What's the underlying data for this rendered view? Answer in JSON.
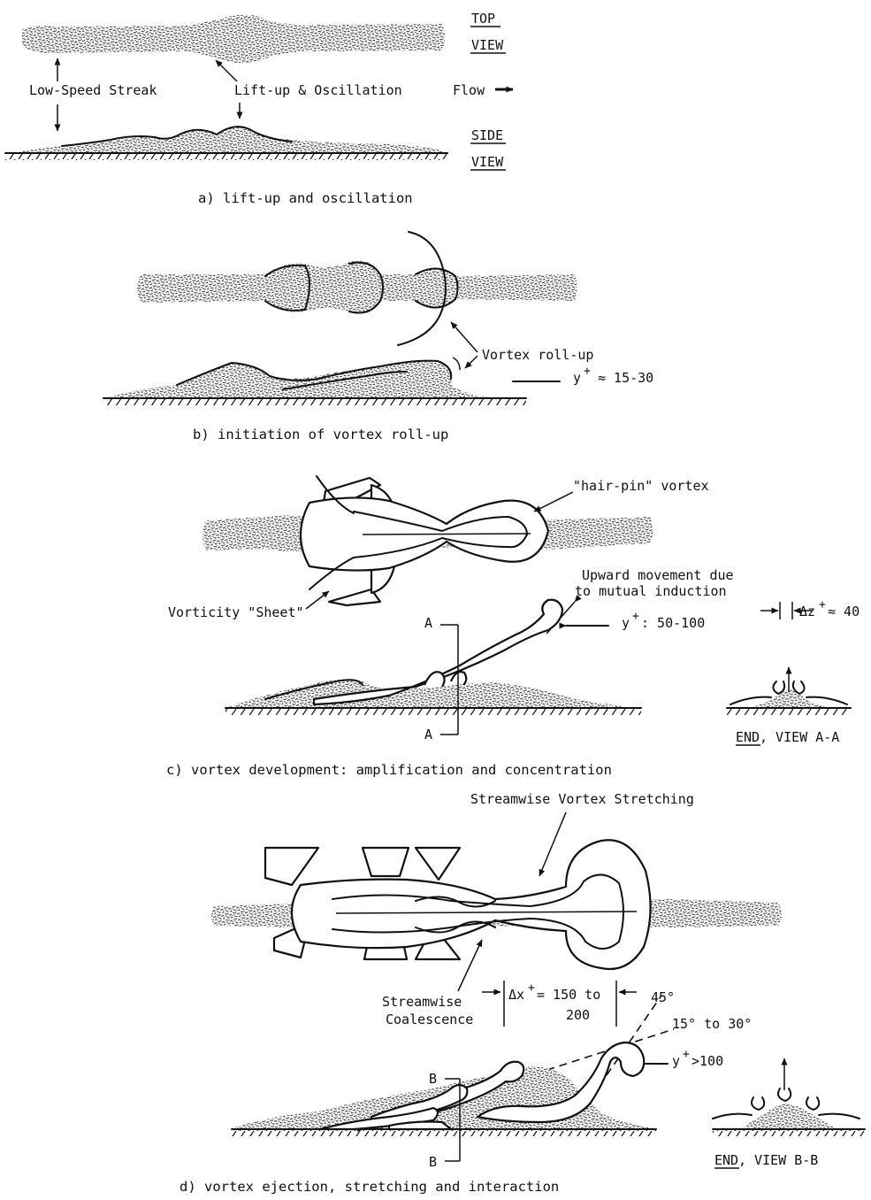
{
  "panel_a": {
    "top_view_1": "TOP",
    "top_view_2": "VIEW",
    "side_view_1": "SIDE",
    "side_view_2": "VIEW",
    "low_speed_streak": "Low-Speed Streak",
    "lift_up": "Lift-up & Oscillation",
    "flow": "Flow",
    "caption": "a) lift-up and oscillation"
  },
  "panel_b": {
    "vortex_rollup": "Vortex roll-up",
    "yplus_label": "y",
    "yplus_sup": "+",
    "yplus_value": "≈ 15-30",
    "caption": "b) initiation of vortex roll-up"
  },
  "panel_c": {
    "hairpin": "\"hair-pin\" vortex",
    "upward_1": "Upward movement due",
    "upward_2": "to mutual induction",
    "vorticity_sheet": "Vorticity \"Sheet\"",
    "yplus_label": "y",
    "yplus_sup": "+",
    "yplus_value": ": 50-100",
    "section_a_top": "A",
    "section_a_bottom": "A",
    "dz_label": "Δz",
    "dz_sup": "+",
    "dz_value": "≈ 40",
    "end_label": "END",
    "end_view": ", VIEW A-A",
    "caption": "c) vortex development:  amplification and concentration"
  },
  "panel_d": {
    "stretching": "Streamwise Vortex Stretching",
    "coalescence_1": "Streamwise",
    "coalescence_2": "Coalescence",
    "dx_label": "Δx",
    "dx_sup": "+",
    "dx_value": "= 150 to",
    "dx_value_2": "200",
    "angle_45": "45°",
    "angle_range": "15° to 30°",
    "yplus_label": "y",
    "yplus_sup": "+",
    "yplus_value": ">100",
    "section_b_top": "B",
    "section_b_bottom": "B",
    "end_label": "END",
    "end_view": ", VIEW B-B",
    "caption": "d) vortex ejection, stretching and interaction"
  }
}
